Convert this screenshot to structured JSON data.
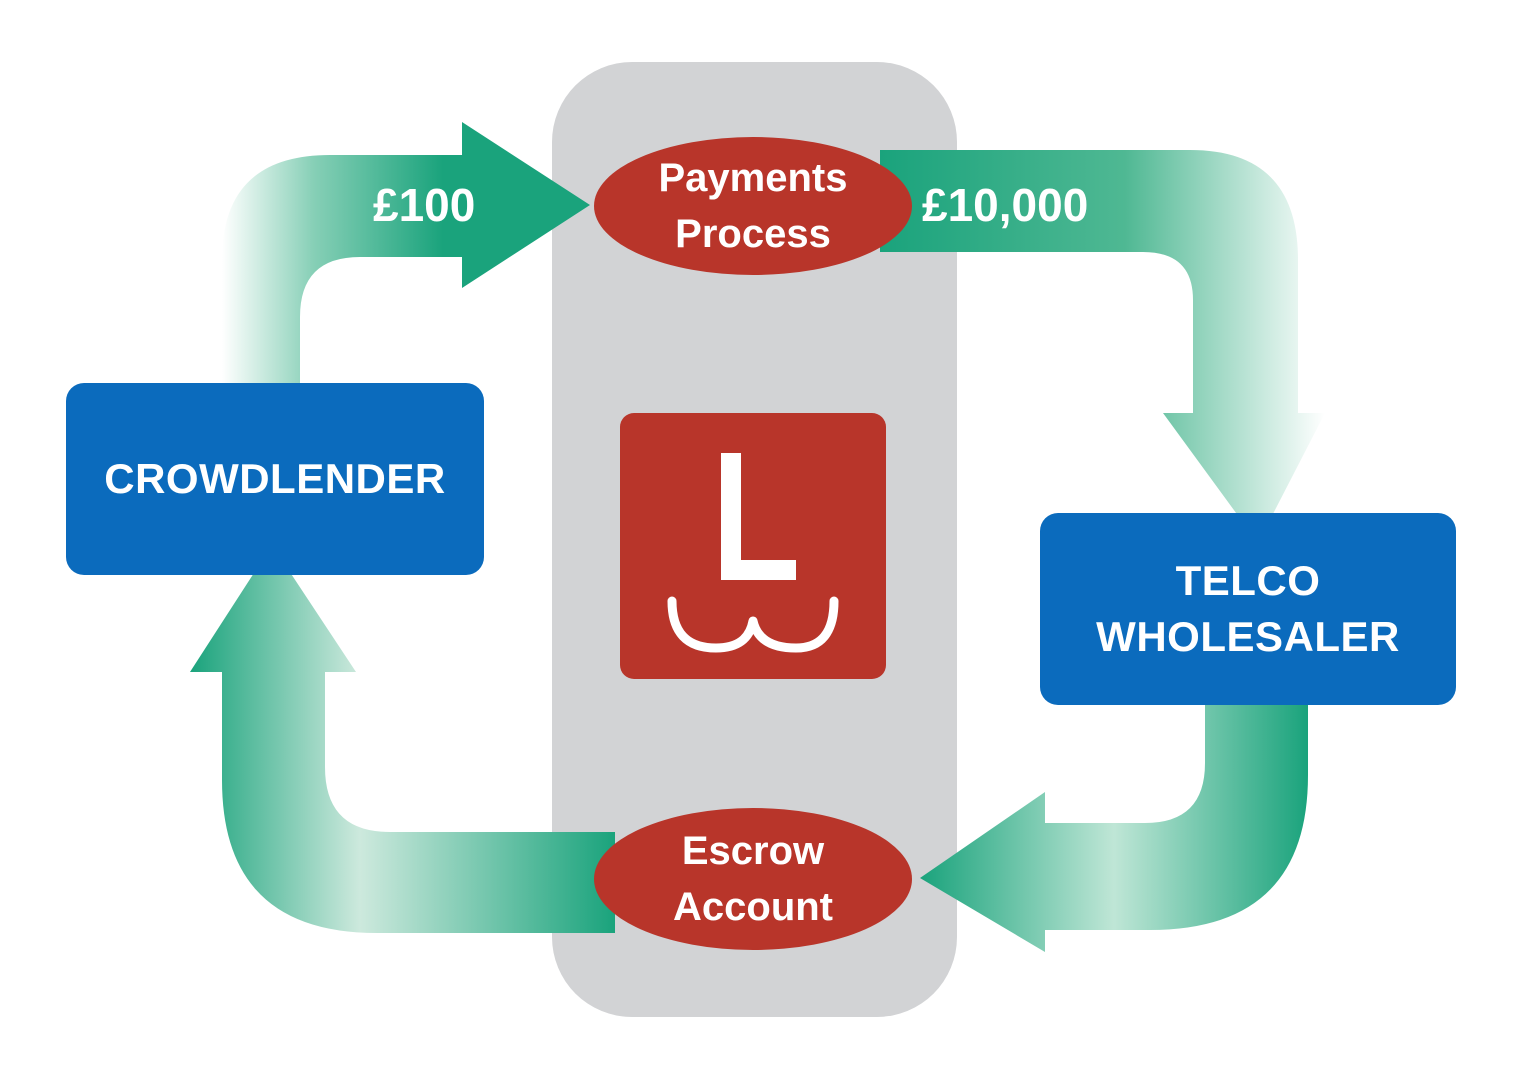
{
  "colors": {
    "arrow": "#1aa37c",
    "arrow_fade": "#ffffff",
    "box": "#0b6bbd",
    "oval": "#b8352a",
    "panel": "#d2d3d5",
    "logo": "#b8352a"
  },
  "nodes": {
    "crowdlender": "CROWDLENDER",
    "telco_line1": "TELCO",
    "telco_line2": "WHOLESALER",
    "payments_line1": "Payments",
    "payments_line2": "Process",
    "escrow_line1": "Escrow",
    "escrow_line2": "Account"
  },
  "flows": {
    "to_payments": "£100",
    "to_telco": "£10,000"
  },
  "logo": {
    "letter": "L"
  }
}
